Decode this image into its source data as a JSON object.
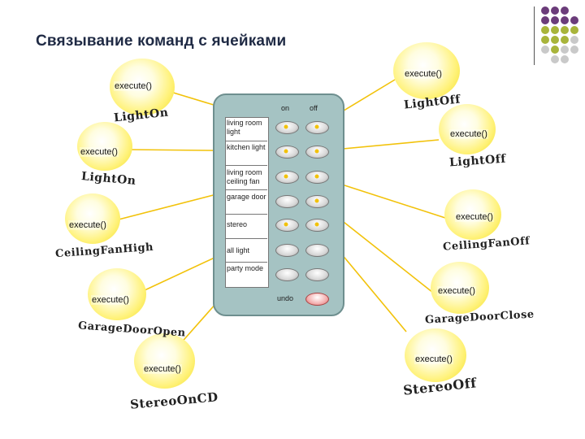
{
  "title": "Связывание команд с ячейками",
  "remote": {
    "col_on": "on",
    "col_off": "off",
    "slots": [
      "living room light",
      "kitchen light",
      "living room ceiling fan",
      "garage door",
      "stereo",
      "all light",
      "party mode"
    ],
    "undo": "undo"
  },
  "commands": {
    "left": [
      {
        "exec": "execute()",
        "name": "LightOn"
      },
      {
        "exec": "execute()",
        "name": "LightOn"
      },
      {
        "exec": "execute()",
        "name": "CeilingFanHigh"
      },
      {
        "exec": "execute()",
        "name": "GarageDoorOpen"
      },
      {
        "exec": "execute()",
        "name": "StereoOnCD"
      }
    ],
    "right": [
      {
        "exec": "execute()",
        "name": "LightOff"
      },
      {
        "exec": "execute()",
        "name": "LightOff"
      },
      {
        "exec": "execute()",
        "name": "CeilingFanOff"
      },
      {
        "exec": "execute()",
        "name": "GarageDoorClose"
      },
      {
        "exec": "execute()",
        "name": "StereoOff"
      }
    ]
  },
  "colors": {
    "line": "#f2c20a",
    "dot_dark": "#6b3c7a",
    "dot_olive": "#a8b43a",
    "dot_grey": "#c9c9c9",
    "remote_bg": "#a5c3c3",
    "undo_button": "#f4b0b0"
  }
}
